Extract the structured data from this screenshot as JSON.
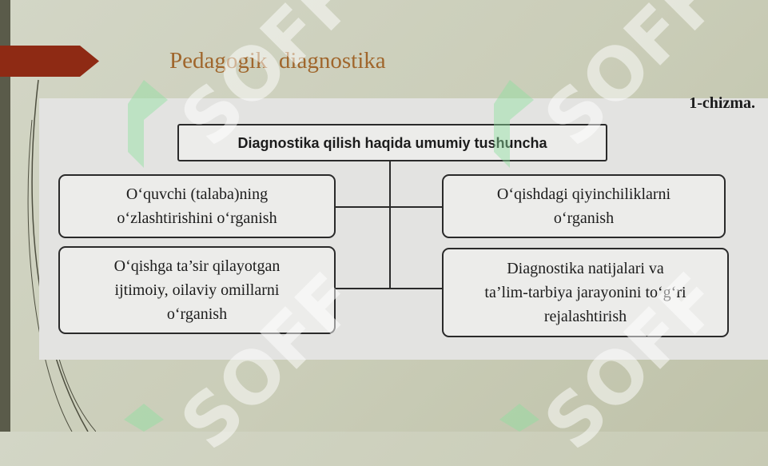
{
  "slide": {
    "title": "Pedagogik  diagnostika"
  },
  "figure": {
    "caption": "1-chizma.",
    "root": "Diagnostika qilish haqida umumiy tushuncha",
    "nodes": [
      {
        "text": "O‘quvchi (talaba)ning\no‘zlashtirishini o‘rganish"
      },
      {
        "text": "O‘qishga ta’sir qilayotgan\nijtimoiy, oilaviy omillarni\no‘rganish"
      },
      {
        "text": "O‘qishdagi qiyinchiliklarni\no‘rganish"
      },
      {
        "text": "Diagnostika natijalari va\nta’lim-tarbiya jarayonini to‘g‘ri\nrejalashtirish"
      }
    ]
  },
  "watermark": {
    "text": "SOFF",
    "color": "#ffffff",
    "mark_color": "#8fe0a0"
  },
  "colors": {
    "accent_tag": "#8e2a14",
    "title": "#a0662c",
    "strip": "#5a5b4a"
  }
}
